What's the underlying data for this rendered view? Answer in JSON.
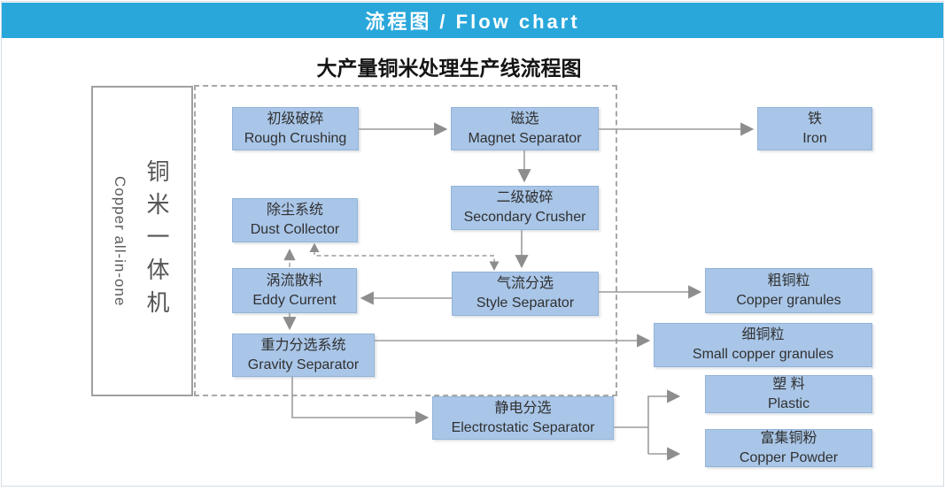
{
  "header": {
    "title": "流程图 / Flow chart"
  },
  "page_title": "大产量铜米处理生产线流程图",
  "side_box": {
    "zh": "铜米一体机",
    "en": "Copper all-in-one"
  },
  "nodes": {
    "rough_crushing": {
      "zh": "初级破碎",
      "en": "Rough Crushing"
    },
    "magnet_separator": {
      "zh": "磁选",
      "en": "Magnet Separator"
    },
    "iron": {
      "zh": "铁",
      "en": "Iron"
    },
    "secondary_crusher": {
      "zh": "二级破碎",
      "en": "Secondary Crusher"
    },
    "dust_collector": {
      "zh": "除尘系统",
      "en": "Dust Collector"
    },
    "eddy_current": {
      "zh": "涡流散料",
      "en": "Eddy Current"
    },
    "style_separator": {
      "zh": "气流分选",
      "en": "Style Separator"
    },
    "copper_granules": {
      "zh": "粗铜粒",
      "en": "Copper granules"
    },
    "gravity_separator": {
      "zh": "重力分选系统",
      "en": "Gravity Separator"
    },
    "small_copper_granules": {
      "zh": "细铜粒",
      "en": "Small copper granules"
    },
    "electrostatic_separator": {
      "zh": "静电分选",
      "en": "Electrostatic Separator"
    },
    "plastic": {
      "zh": "塑 料",
      "en": "Plastic"
    },
    "copper_powder": {
      "zh": "富集铜粉",
      "en": "Copper Powder"
    }
  },
  "colors": {
    "header_bg": "#29a7db",
    "node_fill": "#a9c6e8",
    "node_border": "#93b3d8",
    "line": "#9c9c9c",
    "arrowhead": "#8d8d8d"
  }
}
